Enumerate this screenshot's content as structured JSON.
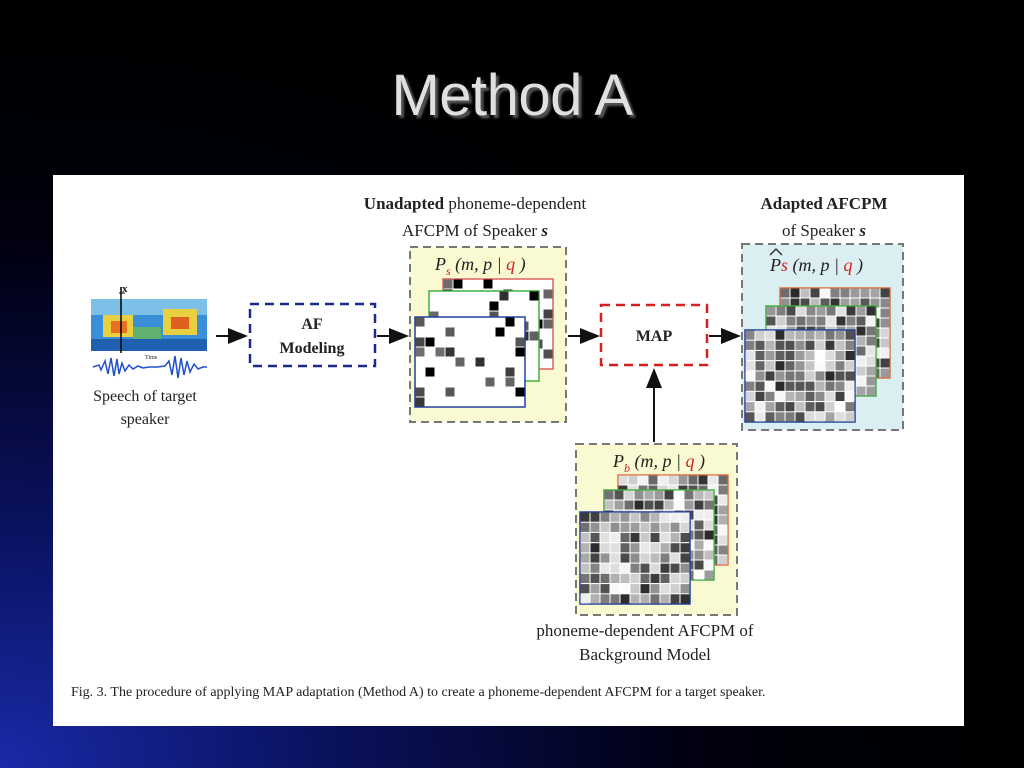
{
  "slide": {
    "title": "Method A"
  },
  "figure": {
    "speech_label": [
      "Speech of target",
      "speaker"
    ],
    "af_box": [
      "AF",
      "Modeling"
    ],
    "unadapted_label": {
      "bold": "Unadapted",
      "rest": " phoneme-dependent",
      "line2_a": "AFCPM of Speaker ",
      "line2_b": "s"
    },
    "ps_formula": {
      "P": "P",
      "sub": "s",
      "mid": "(m, p |",
      "q": "q",
      "end": ")"
    },
    "map_box": "MAP",
    "adapted_label": {
      "line1": "Adapted AFCPM",
      "line2_a": "of Speaker ",
      "line2_b": "s"
    },
    "ps_hat_formula": {
      "P": "P",
      "sub": "s",
      "mid": "(m, p |",
      "q": "q",
      "end": ")"
    },
    "pb_formula": {
      "P": "P",
      "sub": "b",
      "mid": "(m, p |",
      "q": "q",
      "end": ")"
    },
    "background_label": [
      "phoneme-dependent AFCPM of",
      "Background Model"
    ],
    "caption": "Fig. 3.  The procedure of applying MAP adaptation (Method A) to create a phoneme-dependent AFCPM for a target speaker.",
    "axis_x_mark": "x",
    "time_mark": "Time",
    "colors": {
      "af_border": "#1a2a8a",
      "map_border": "#d42020",
      "highlight_q": "#d42020",
      "panel_yellow": "#fafad2",
      "panel_blue": "#dbeef2"
    }
  }
}
